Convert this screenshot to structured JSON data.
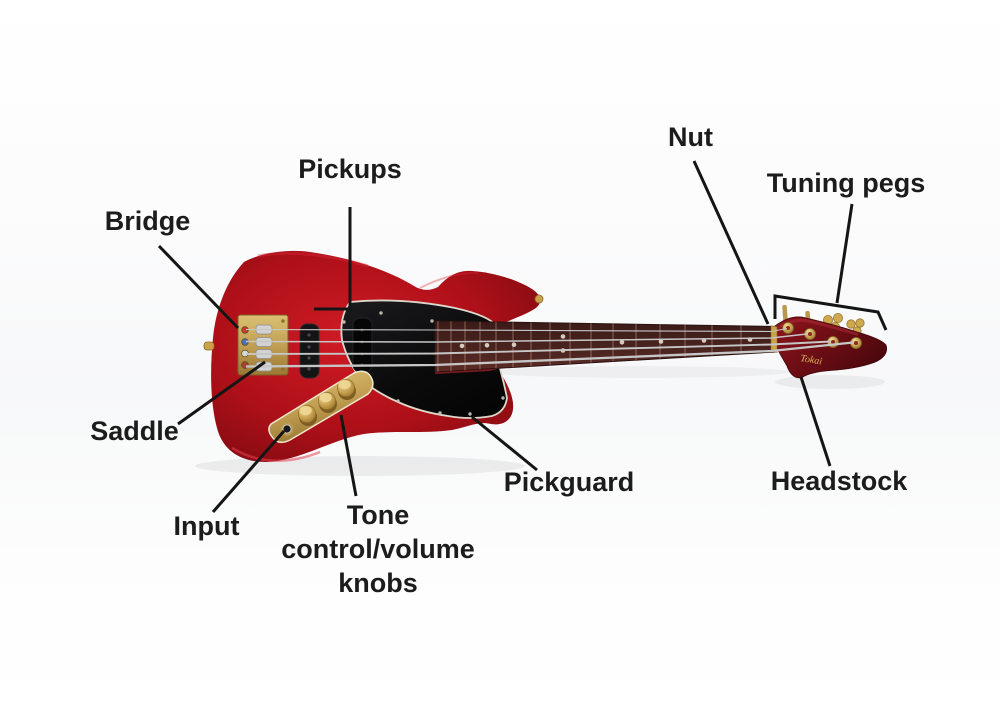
{
  "labels": {
    "bridge": "Bridge",
    "pickups": "Pickups",
    "saddle": "Saddle",
    "input": "Input",
    "tone_volume": "Tone control/volume knobs",
    "pickguard": "Pickguard",
    "nut": "Nut",
    "tuning_pegs": "Tuning pegs",
    "headstock": "Headstock"
  },
  "headstock_logo": "Tokai",
  "colors": {
    "background": "#ffffff",
    "leader_line": "#151515",
    "label_text": "#1c1c1c",
    "body_red": "#b01218",
    "body_red_dark": "#7c0a10",
    "body_red_highlight": "#d82a36",
    "headstock_red": "#6b0d14",
    "pickguard_black": "#0b0b0c",
    "pickguard_trim": "#ddd8cb",
    "hardware_gold": "#c9a24a",
    "hardware_gold_light": "#e9d38b",
    "fretboard_brown": "#46201d",
    "string_silver": "#c6c6c6",
    "saddle_chrome": "#d2d2d2"
  }
}
